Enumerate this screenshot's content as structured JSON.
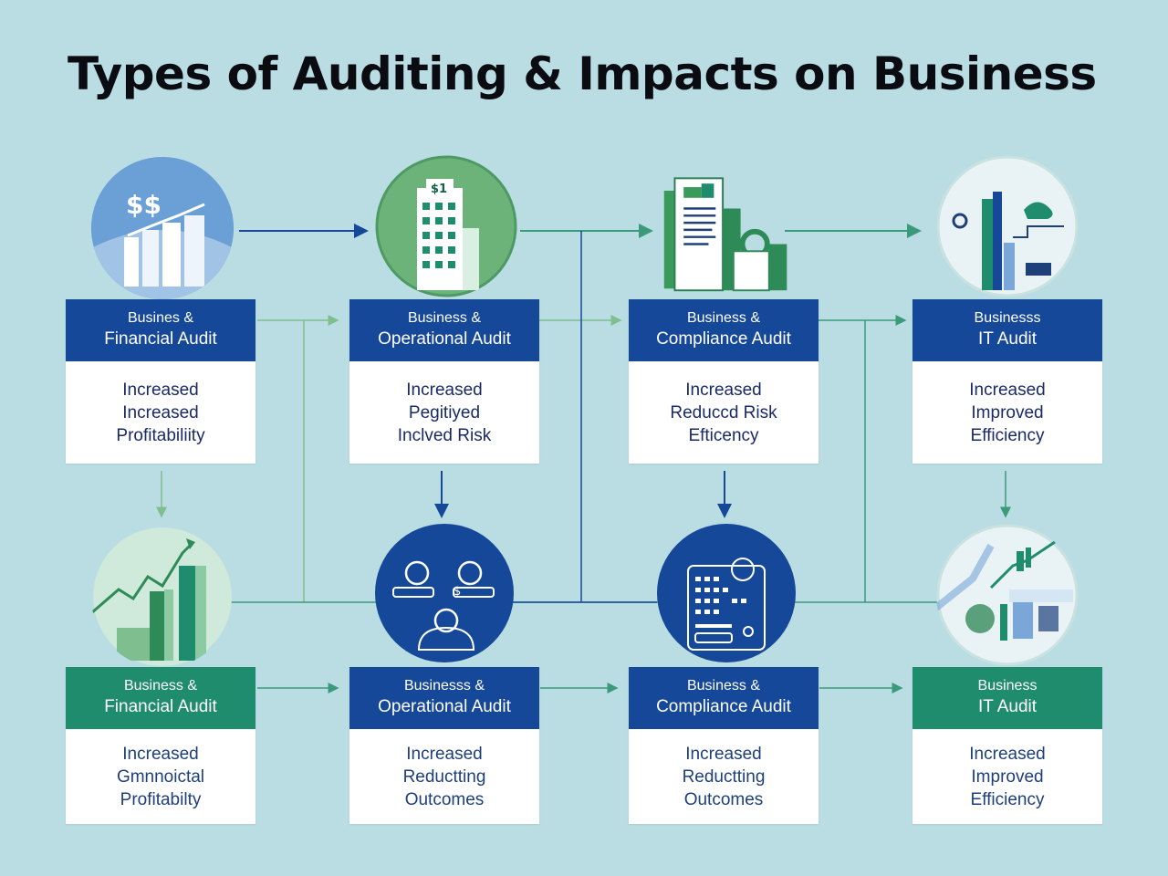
{
  "title": "Types of Auditing & Impacts on Business",
  "colors": {
    "background": "#b9dde3",
    "navy": "#16489a",
    "teal": "#1f8c6e",
    "green_arrow": "#6fb48a"
  },
  "top_row": [
    {
      "icon": "dollar-bar-chart-icon",
      "header": [
        "Busines &",
        "Financial Audit"
      ],
      "header_color": "#16489a",
      "lines": [
        "Increased",
        "Increased",
        "Profitabiliity"
      ]
    },
    {
      "icon": "building-icon",
      "header": [
        "Business &",
        "Operational Audit"
      ],
      "header_color": "#16489a",
      "lines": [
        "Increased",
        "Pegitiyed",
        "Inclved Risk"
      ]
    },
    {
      "icon": "document-icon",
      "header": [
        "Business &",
        "Compliance Audit"
      ],
      "header_color": "#16489a",
      "lines": [
        "Increased",
        "Reduccd Risk",
        "Efticency"
      ]
    },
    {
      "icon": "it-infrastructure-icon",
      "header": [
        "Businesss",
        "IT Audit"
      ],
      "header_color": "#16489a",
      "lines": [
        "Increased",
        "Improved",
        "Efficiency"
      ]
    }
  ],
  "bottom_row": [
    {
      "icon": "growth-chart-icon",
      "header": [
        "Business &",
        "Financial Audit"
      ],
      "header_color": "#1f8c6e",
      "lines": [
        "Increased",
        "Gmnnoictal",
        "Profitabilty"
      ]
    },
    {
      "icon": "people-meeting-icon",
      "header": [
        "Businesss &",
        "Operational Audit"
      ],
      "header_color": "#16489a",
      "lines": [
        "Increased",
        "Reductting",
        "Outcomes"
      ]
    },
    {
      "icon": "calculator-icon",
      "header": [
        "Business &",
        "Compliance Audit"
      ],
      "header_color": "#16489a",
      "lines": [
        "Increased",
        "Reductting",
        "Outcomes"
      ]
    },
    {
      "icon": "analytics-icon",
      "header": [
        "Business",
        "IT Audit"
      ],
      "header_color": "#1f8c6e",
      "lines": [
        "Increased",
        "Improved",
        "Efficiency"
      ]
    }
  ]
}
